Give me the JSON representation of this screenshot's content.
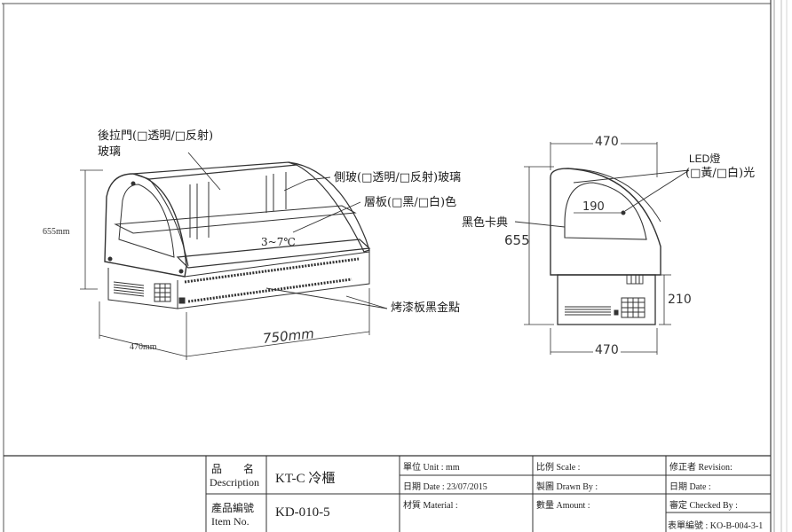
{
  "labels": {
    "rear_door": "後拉門(□透明/□反射)",
    "rear_door_glass": "玻璃",
    "side_glass": "側玻(□透明/□反射)玻璃",
    "shelf": "層板(□黑/□白)色",
    "temperature": "3~7℃",
    "paint": "烤漆板黑金點",
    "led_light": "LED燈",
    "led_color": "(□黃/□白)光",
    "black_card": "黑色卡典"
  },
  "dimensions": {
    "left_height": "655mm",
    "left_depth": "470mm",
    "left_width": "750mm",
    "right_top_width": "470",
    "right_bottom_width": "470",
    "right_height": "655",
    "right_inner": "190",
    "right_base_height": "210"
  },
  "title_block": {
    "product_name_label_zh": "品　　名",
    "product_name_label_en": "Description",
    "product_name": "KT-C 冷櫃",
    "item_label_zh": "產品編號",
    "item_label_en": "Item No.",
    "item_no": "KD-010-5",
    "unit": "單位 Unit : mm",
    "date": "日期 Date : 23/07/2015",
    "material": "材質 Material :",
    "scale": "比例 Scale :",
    "drawn_by": "製圖 Drawn By :",
    "amount": "數量 Amount :",
    "revision": "修正者 Revision:",
    "rev_date": "日期 Date :",
    "checked_by": "審定 Checked By :",
    "form_no": "表單編號 : KO-B-004-3-1"
  }
}
